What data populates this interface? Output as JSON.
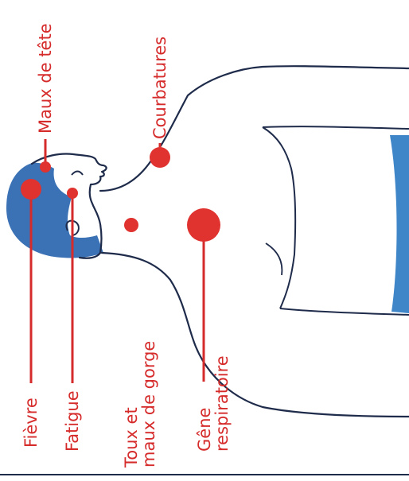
{
  "colors": {
    "accent": "#d62b2b",
    "outline": "#1f2b4a",
    "hair": "#3b71b5",
    "shirt": "#3f86c9",
    "background": "#ffffff"
  },
  "symptoms": {
    "maux_de_tete": "Maux de tête",
    "courbatures": "Courbatures",
    "fievre": "Fièvre",
    "fatigue": "Fatigue",
    "toux_line1": "Toux et",
    "toux_line2": "maux de gorge",
    "gene_line1": "Gêne",
    "gene_line2": "respiratoire"
  }
}
